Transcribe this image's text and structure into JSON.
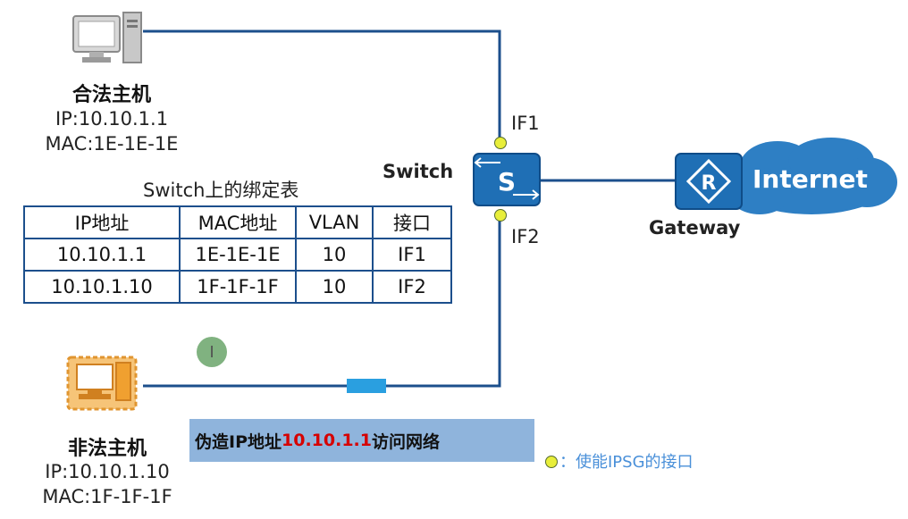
{
  "legit_host": {
    "name": "合法主机",
    "ip": "IP:10.10.1.1",
    "mac": "MAC:1E-1E-1E"
  },
  "rogue_host": {
    "name": "非法主机",
    "ip": "IP:10.10.1.10",
    "mac": "MAC:1F-1F-1F"
  },
  "switch": {
    "label": "Switch",
    "icon_letter": "S",
    "if1": "IF1",
    "if2": "IF2"
  },
  "gateway": {
    "label": "Gateway",
    "icon_letter": "R"
  },
  "internet": {
    "label": "Internet"
  },
  "binding_table": {
    "title": "Switch上的绑定表",
    "headers": [
      "IP地址",
      "MAC地址",
      "VLAN",
      "接口"
    ],
    "rows": [
      [
        "10.10.1.1",
        "1E-1E-1E",
        "10",
        "IF1"
      ],
      [
        "10.10.1.10",
        "1F-1F-1F",
        "10",
        "IF2"
      ]
    ]
  },
  "callout": {
    "prefix": "伪造IP地址",
    "highlight": "10.10.1.1",
    "suffix": "访问网络"
  },
  "legend": {
    "text": "：使能IPSG的接口"
  },
  "cursor": {
    "glyph": "I"
  },
  "colors": {
    "link": "#1c4f8c",
    "switch_blue": "#1f6fb5",
    "internet_cloud": "#2e7fc4",
    "ipsg_dot": "#e8ee3a",
    "callout_bg": "#8fb4dc",
    "callout_highlight": "#d60000",
    "rogue_host": "#f0a030"
  }
}
